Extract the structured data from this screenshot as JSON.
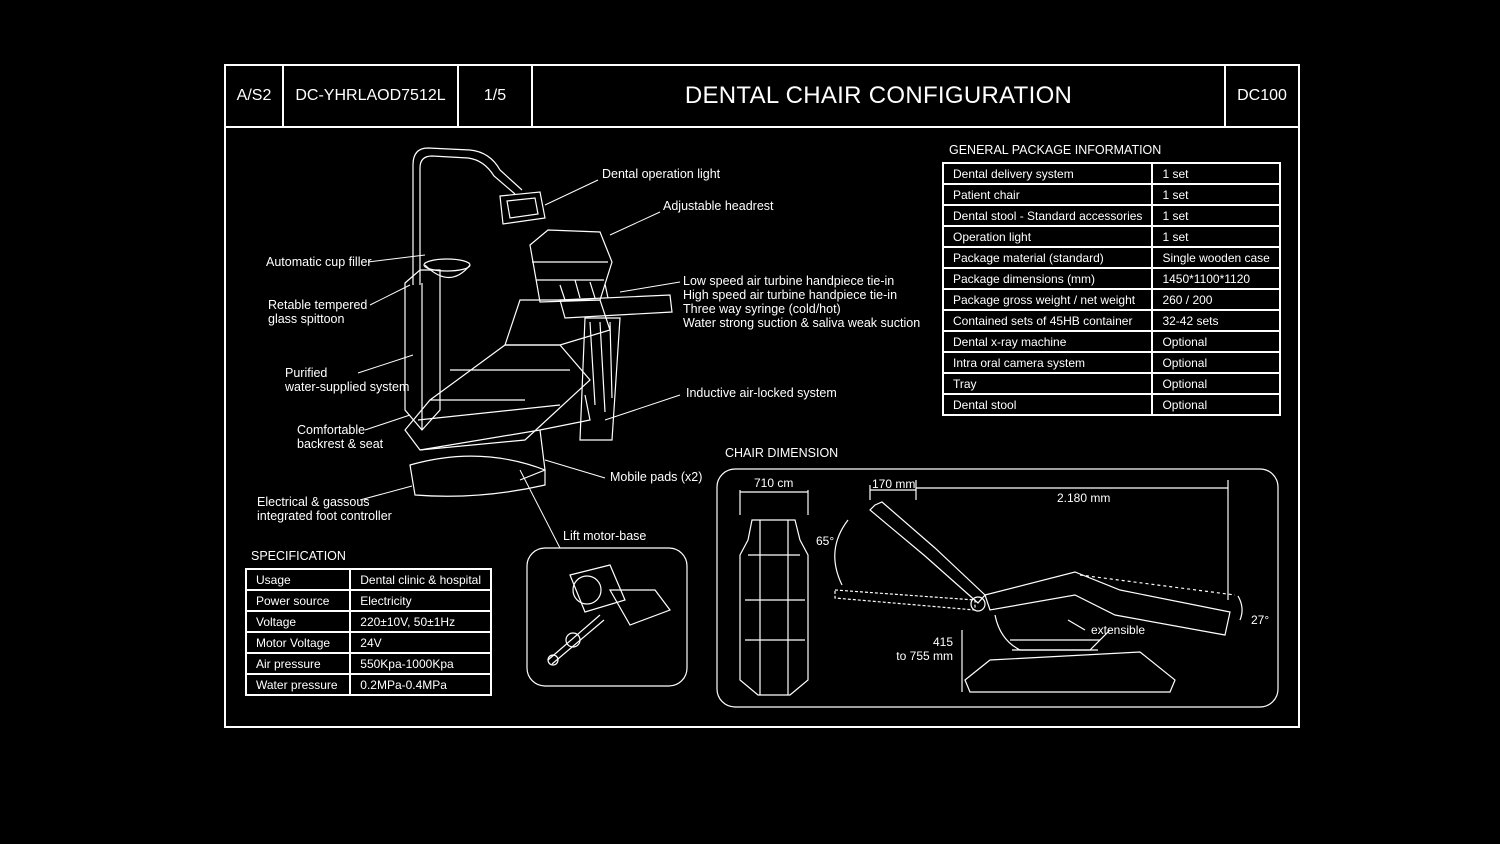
{
  "titlebar": {
    "sheet_code": "A/S2",
    "model_code": "DC-YHRLAOD7512L",
    "page": "1/5",
    "title": "DENTAL CHAIR CONFIGURATION",
    "product_code": "DC100"
  },
  "callouts": {
    "operation_light": "Dental operation light",
    "headrest": "Adjustable headrest",
    "cup_filler": "Automatic cup filler",
    "spittoon_1": "Retable tempered",
    "spittoon_2": "glass spittoon",
    "water_1": "Purified",
    "water_2": "water-supplied system",
    "backrest_1": "Comfortable",
    "backrest_2": "backrest & seat",
    "foot_1": "Electrical & gassous",
    "foot_2": "integrated foot controller",
    "handpiece_1": "Low speed air turbine handpiece tie-in",
    "handpiece_2": "High speed air turbine handpiece tie-in",
    "handpiece_3": "Three way syringe (cold/hot)",
    "handpiece_4": "Water strong suction & saliva weak suction",
    "air_locked": "Inductive air-locked system",
    "mobile_pads": "Mobile pads (x2)",
    "lift_motor": "Lift motor-base"
  },
  "specification": {
    "heading": "SPECIFICATION",
    "rows": [
      {
        "label": "Usage",
        "value": "Dental clinic & hospital"
      },
      {
        "label": "Power source",
        "value": "Electricity"
      },
      {
        "label": "Voltage",
        "value": "220±10V, 50±1Hz"
      },
      {
        "label": "Motor Voltage",
        "value": "24V"
      },
      {
        "label": "Air pressure",
        "value": "550Kpa-1000Kpa"
      },
      {
        "label": "Water pressure",
        "value": "0.2MPa-0.4MPa"
      }
    ]
  },
  "package": {
    "heading": "GENERAL PACKAGE INFORMATION",
    "rows": [
      {
        "label": "Dental delivery system",
        "value": "1 set"
      },
      {
        "label": "Patient chair",
        "value": "1 set"
      },
      {
        "label": "Dental stool - Standard accessories",
        "value": "1 set"
      },
      {
        "label": "Operation light",
        "value": "1 set"
      },
      {
        "label": "Package material (standard)",
        "value": "Single wooden case"
      },
      {
        "label": "Package dimensions (mm)",
        "value": "1450*1100*1120"
      },
      {
        "label": "Package gross weight / net weight",
        "value": "260 / 200"
      },
      {
        "label": "Contained sets of 45HB container",
        "value": "32-42 sets"
      },
      {
        "label": "Dental x-ray machine",
        "value": "Optional"
      },
      {
        "label": "Intra oral camera system",
        "value": "Optional"
      },
      {
        "label": "Tray",
        "value": "Optional"
      },
      {
        "label": "Dental stool",
        "value": "Optional"
      }
    ]
  },
  "dimension": {
    "heading": "CHAIR DIMENSION",
    "width": "710 cm",
    "headrest_len": "170 mm",
    "length": "2.180 mm",
    "recline_angle": "65°",
    "leg_angle": "27°",
    "extensible": "extensible",
    "height_1": "415",
    "height_2": "to 755  mm"
  }
}
